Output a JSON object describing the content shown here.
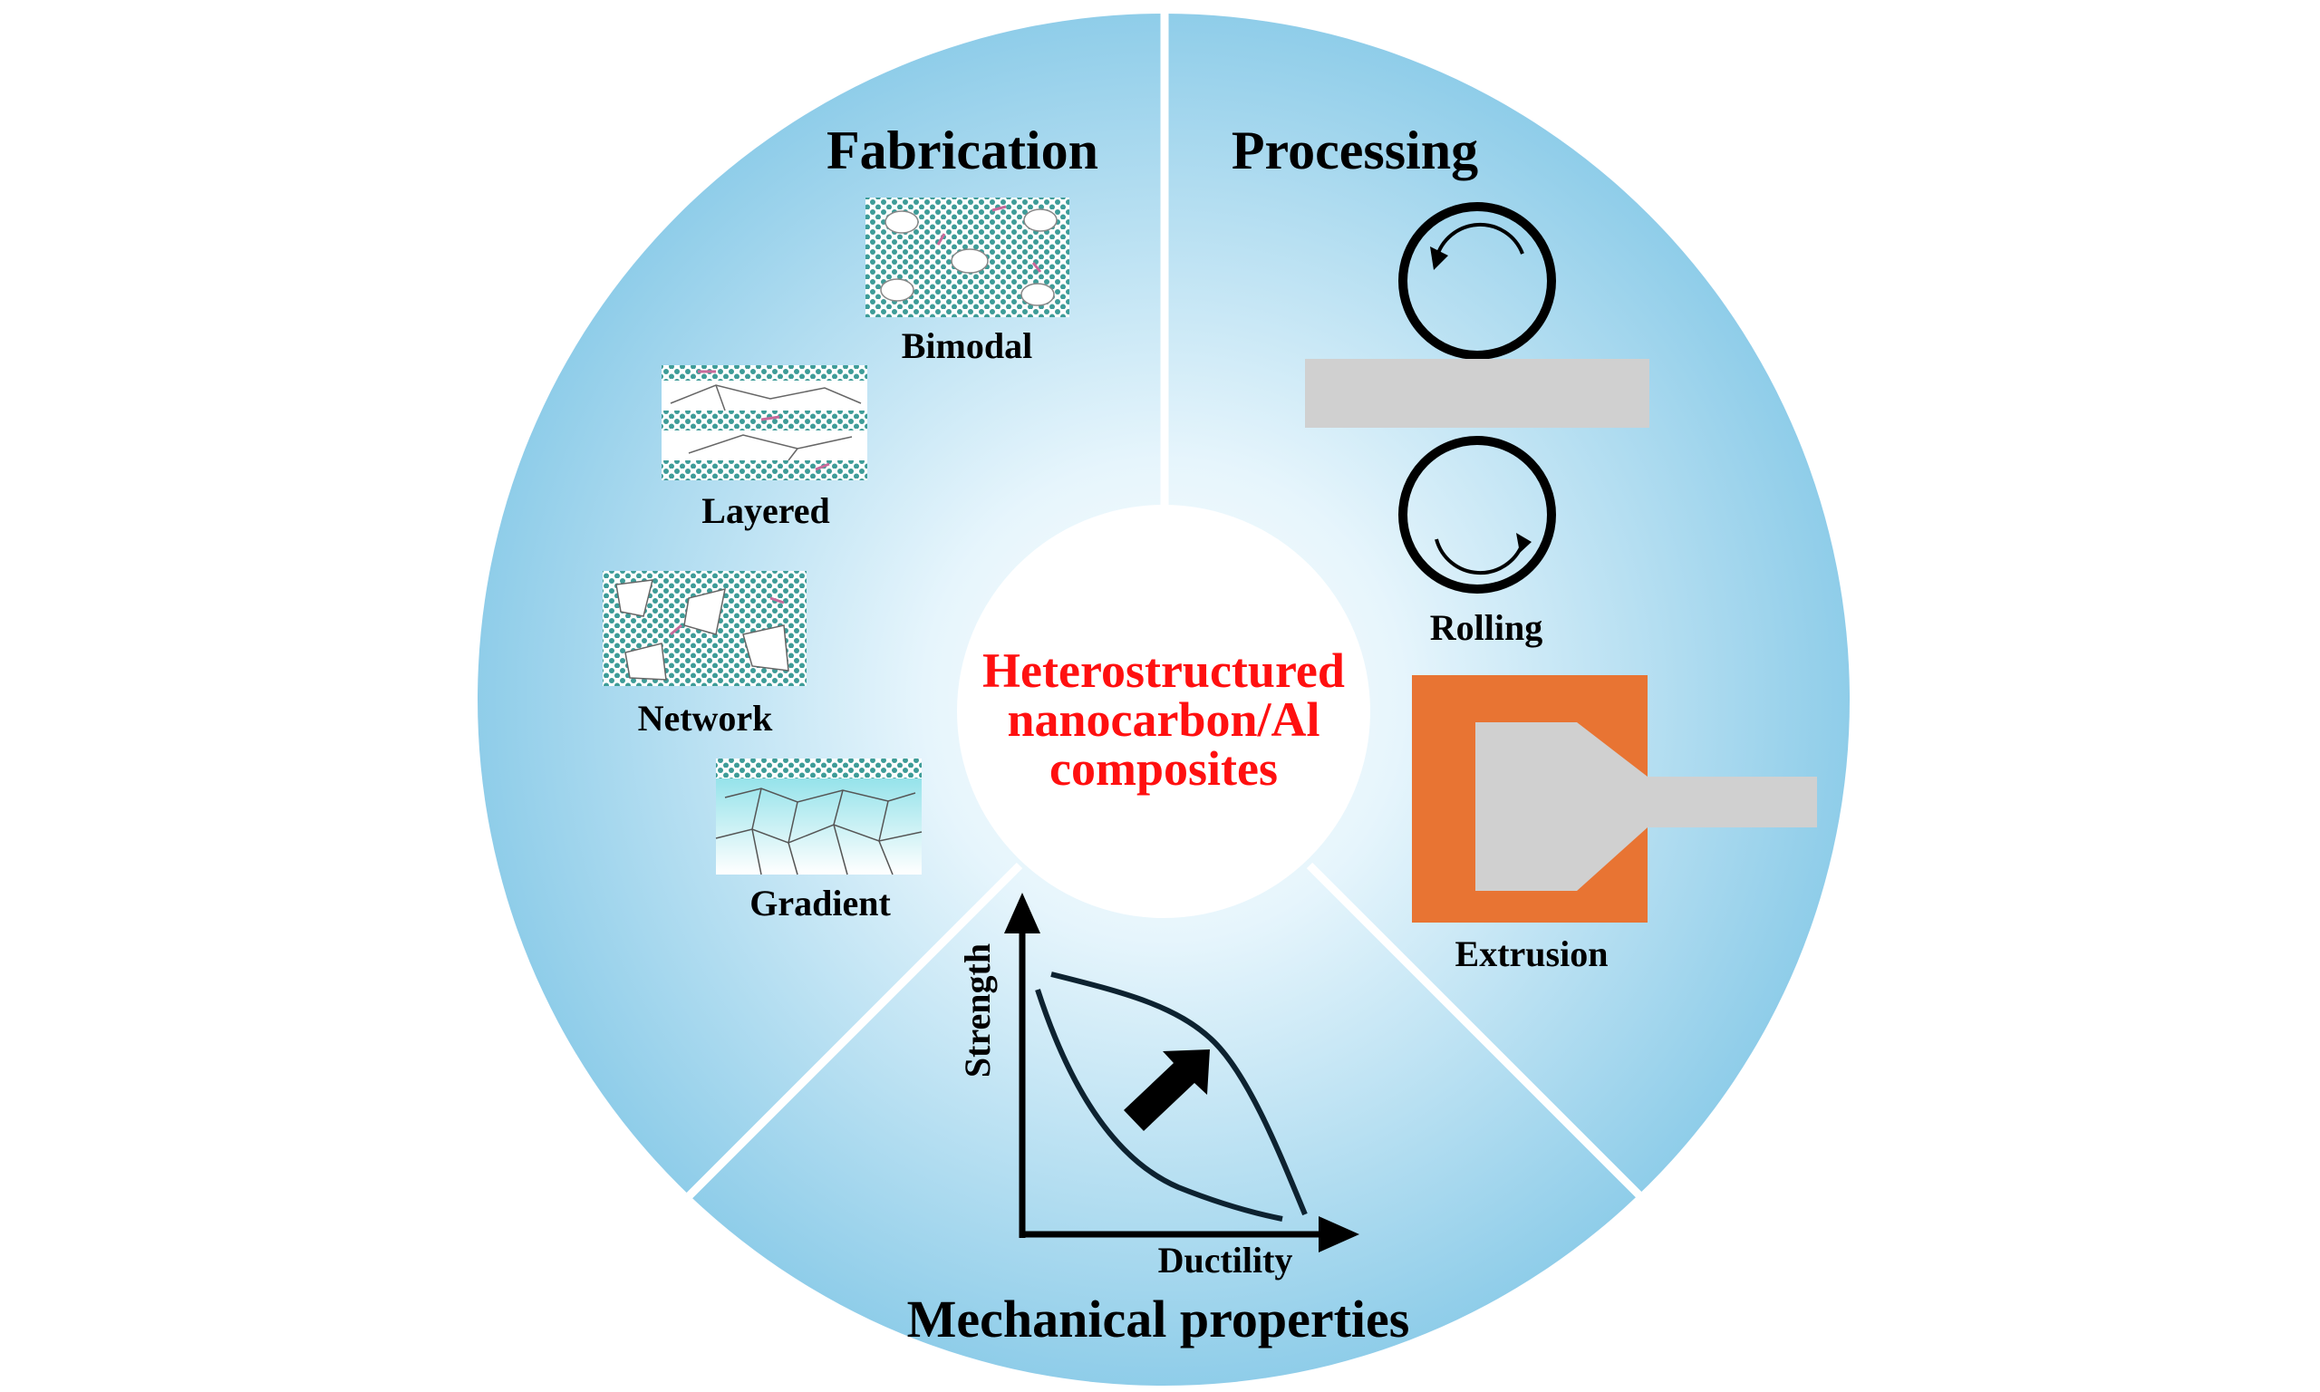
{
  "center": {
    "lines": [
      "Heterostructured",
      "nanocarbon/Al",
      "composites"
    ],
    "color": "#ff1010"
  },
  "sections": {
    "fabrication": {
      "title": "Fabrication",
      "items": [
        "Bimodal",
        "Layered",
        "Network",
        "Gradient"
      ]
    },
    "processing": {
      "title": "Processing",
      "items": [
        "Rolling",
        "Extrusion"
      ]
    },
    "mechanical": {
      "title": "Mechanical properties",
      "y_axis": "Strength",
      "x_axis": "Ductility"
    }
  },
  "colors": {
    "ring_edge": "#8fcde9",
    "ring_center": "#ffffff",
    "die": "#e87433",
    "billet": "#d0d0d0",
    "particles": "#3e9c98",
    "nanocarbon": "#c86a9a"
  }
}
